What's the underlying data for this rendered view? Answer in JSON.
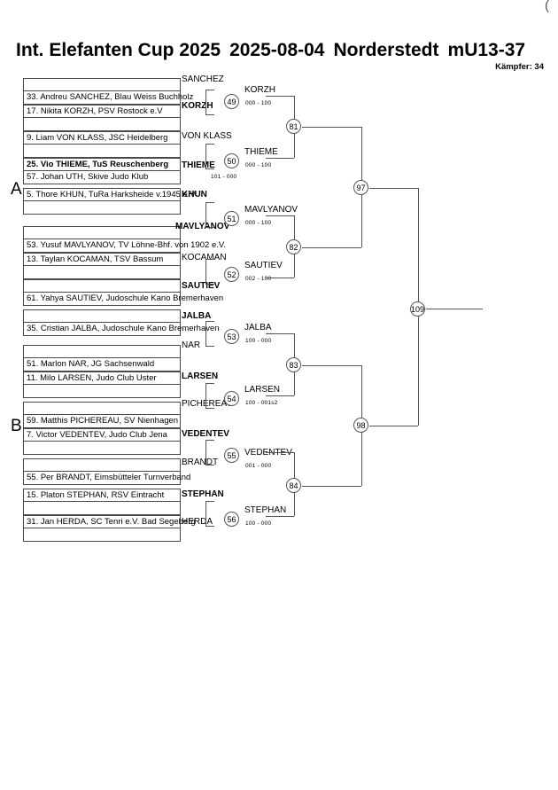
{
  "header": {
    "clipped_paren": "(",
    "title_parts": [
      "Int. Elefanten Cup 2025",
      "2025-08-04",
      "Norderstedt",
      "mU13-37"
    ],
    "fighter_count": "Kämpfer: 34"
  },
  "pools": [
    {
      "label": "A"
    },
    {
      "label": "B"
    }
  ],
  "competitors": [
    {
      "seed": "33.",
      "text": "33. Andreu SANCHEZ, Blau Weiss Buchholz",
      "bold": false
    },
    {
      "seed": "17.",
      "text": "17. Nikita KORZH, PSV Rostock e.V",
      "bold": false
    },
    {
      "seed": "9.",
      "text": "9. Liam VON KLASS, JSC Heidelberg",
      "bold": false
    },
    {
      "seed": "25.",
      "text": "25. Vio THIEME, TuS Reuschenberg",
      "bold": true
    },
    {
      "seed": "57.",
      "text": "57. Johan UTH, Skive Judo Klub",
      "bold": false
    },
    {
      "seed": "5.",
      "text": "5. Thore KHUN, TuRa Harksheide v.1945 e.V",
      "bold": false
    },
    {
      "seed": "53.",
      "text": "53. Yusuf MAVLYANOV, TV Löhne-Bhf. von 1902 e.V.",
      "bold": false
    },
    {
      "seed": "13.",
      "text": "13. Taylan KOCAMAN, TSV Bassum",
      "bold": false
    },
    {
      "seed": "61.",
      "text": "61. Yahya SAUTIEV, Judoschule Kano Bremerhaven",
      "bold": false
    },
    {
      "seed": "35.",
      "text": "35. Cristian JALBA, Judoschule Kano Bremerhaven",
      "bold": false
    },
    {
      "seed": "51.",
      "text": "51. Marlon NAR, JG Sachsenwald",
      "bold": false
    },
    {
      "seed": "11.",
      "text": "11. Milo LARSEN, Judo Club Uster",
      "bold": false
    },
    {
      "seed": "59.",
      "text": "59. Matthis PICHEREAU, SV Nienhagen",
      "bold": false
    },
    {
      "seed": "7.",
      "text": "7. Victor VEDENTEV, Judo Club Jena",
      "bold": false
    },
    {
      "seed": "55.",
      "text": "55. Per BRANDT, Eimsbütteler Turnverband",
      "bold": false
    },
    {
      "seed": "15.",
      "text": "15. Platon STEPHAN, RSV Eintracht",
      "bold": false
    },
    {
      "seed": "31.",
      "text": "31. Jan HERDA, SC Tenri e.V. Bad Segeberg",
      "bold": false
    }
  ],
  "round1_labels": [
    {
      "name": "SANCHEZ",
      "bold": false
    },
    {
      "name": "KORZH",
      "bold": true
    },
    {
      "name": "VON KLASS",
      "bold": false
    },
    {
      "name": "THIEME",
      "bold": true
    },
    {
      "name": "KHUN",
      "bold": true
    },
    {
      "name": "MAVLYANOV",
      "bold": true
    },
    {
      "name": "KOCAMAN",
      "bold": false
    },
    {
      "name": "SAUTIEV",
      "bold": true
    },
    {
      "name": "JALBA",
      "bold": true
    },
    {
      "name": "NAR",
      "bold": false
    },
    {
      "name": "LARSEN",
      "bold": true
    },
    {
      "name": "PICHEREAU",
      "bold": false
    },
    {
      "name": "VEDENTEV",
      "bold": true
    },
    {
      "name": "BRANDT",
      "bold": false
    },
    {
      "name": "STEPHAN",
      "bold": true
    },
    {
      "name": "HERDA",
      "bold": false
    }
  ],
  "matches": [
    {
      "id": "49",
      "winner": "KORZH",
      "score": "000 - 100"
    },
    {
      "id": "50",
      "winner": "THIEME",
      "score": "000 - 100"
    },
    {
      "id": "51",
      "winner": "MAVLYANOV",
      "score": "000 - 100"
    },
    {
      "id": "52",
      "winner": "SAUTIEV",
      "score": "002 - 100"
    },
    {
      "id": "53",
      "winner": "JALBA",
      "score": "100 - 000"
    },
    {
      "id": "54",
      "winner": "LARSEN",
      "score": "100 - 001s2"
    },
    {
      "id": "55",
      "winner": "VEDENTEV",
      "score": "001 - 000"
    },
    {
      "id": "56",
      "winner": "STEPHAN",
      "score": "100 - 000"
    }
  ],
  "inline_scores": [
    {
      "id": "s50b",
      "score": "101 - 000"
    }
  ],
  "nodes": [
    {
      "id": "81"
    },
    {
      "id": "82"
    },
    {
      "id": "83"
    },
    {
      "id": "84"
    },
    {
      "id": "97"
    },
    {
      "id": "98"
    },
    {
      "id": "109"
    }
  ]
}
